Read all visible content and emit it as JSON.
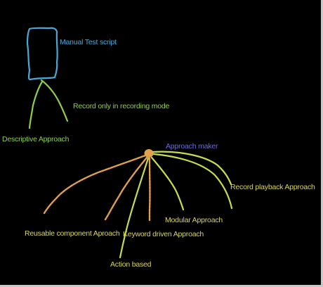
{
  "labels": {
    "manual_test_script": "Manual Test script",
    "record_only": "Record only in recording mode",
    "descriptive": "Descriptive Approach",
    "approach_maker": "Approach maker",
    "record_playback": "Record playback Approach",
    "modular": "Modular Approach",
    "keyword_driven": "Keyword driven Approach",
    "reusable_component": "Reusable component Aproach",
    "action_based": "Action based"
  },
  "colors": {
    "background": "#000000",
    "blue": "#4aa8d6",
    "green": "#8fcf4a",
    "orange": "#e0a050",
    "yellow": "#d9d65a",
    "violet": "#6a6ae8"
  }
}
